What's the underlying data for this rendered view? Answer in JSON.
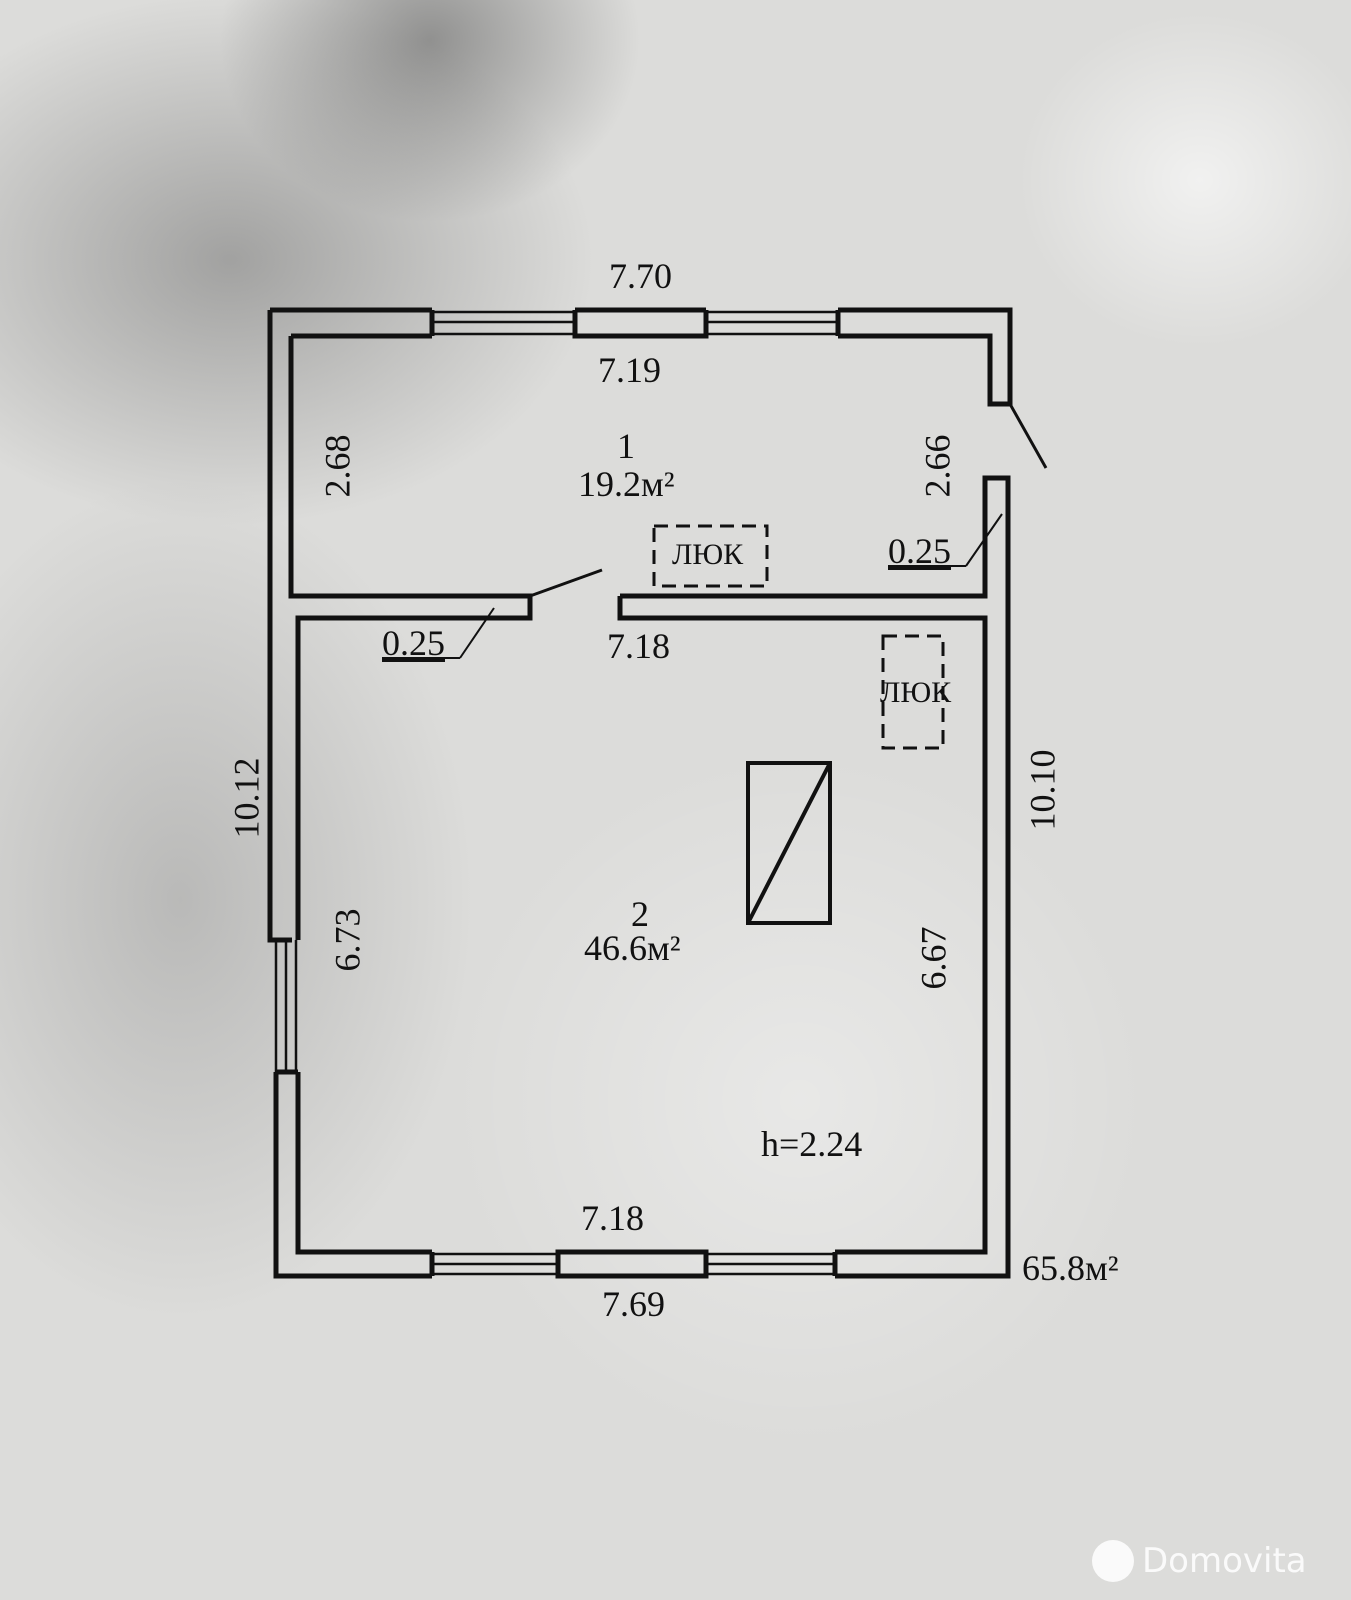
{
  "plan": {
    "overall_top_width": "7.70",
    "overall_bottom_width": "7.69",
    "overall_left_height": "10.12",
    "overall_right_height": "10.10",
    "total_area": "65.8м²",
    "ceiling_height": "h=2.24",
    "rooms": [
      {
        "number": "1",
        "area": "19.2м²",
        "width": "7.19",
        "height_left": "2.68",
        "height_right": "2.66"
      },
      {
        "number": "2",
        "area": "46.6м²",
        "width_top": "7.18",
        "width_bottom": "7.18",
        "height_left": "6.73",
        "height_right": "6.67"
      }
    ],
    "wall_thickness_labels": [
      "0.25",
      "0.25"
    ],
    "hatches": [
      {
        "label": "ЛЮК"
      },
      {
        "label": "ЛЮК"
      }
    ]
  },
  "watermark": {
    "brand": "Domovita"
  }
}
